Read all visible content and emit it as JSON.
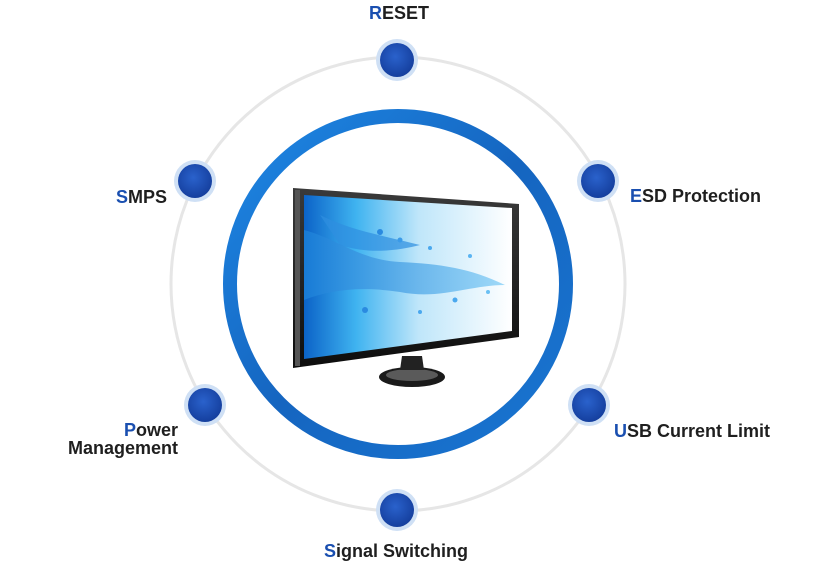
{
  "diagram": {
    "center": {
      "image": "monitor-with-blue-water-splash"
    },
    "nodes": [
      {
        "id": "reset",
        "first": "R",
        "rest": "ESET"
      },
      {
        "id": "esd",
        "first": "E",
        "rest": "SD Protection"
      },
      {
        "id": "usb",
        "first": "U",
        "rest": "SB Current Limit"
      },
      {
        "id": "signal",
        "first": "S",
        "rest": "ignal Switching"
      },
      {
        "id": "power",
        "first": "P",
        "rest": "ower",
        "line2": "Management"
      },
      {
        "id": "smps",
        "first": "S",
        "rest": "MPS"
      }
    ]
  },
  "colors": {
    "accent": "#1a4fb0",
    "ring": "#1565c8",
    "dot": "#1e4fb8",
    "outer_circle": "#e6e6e6",
    "text": "#1f1f1f"
  }
}
